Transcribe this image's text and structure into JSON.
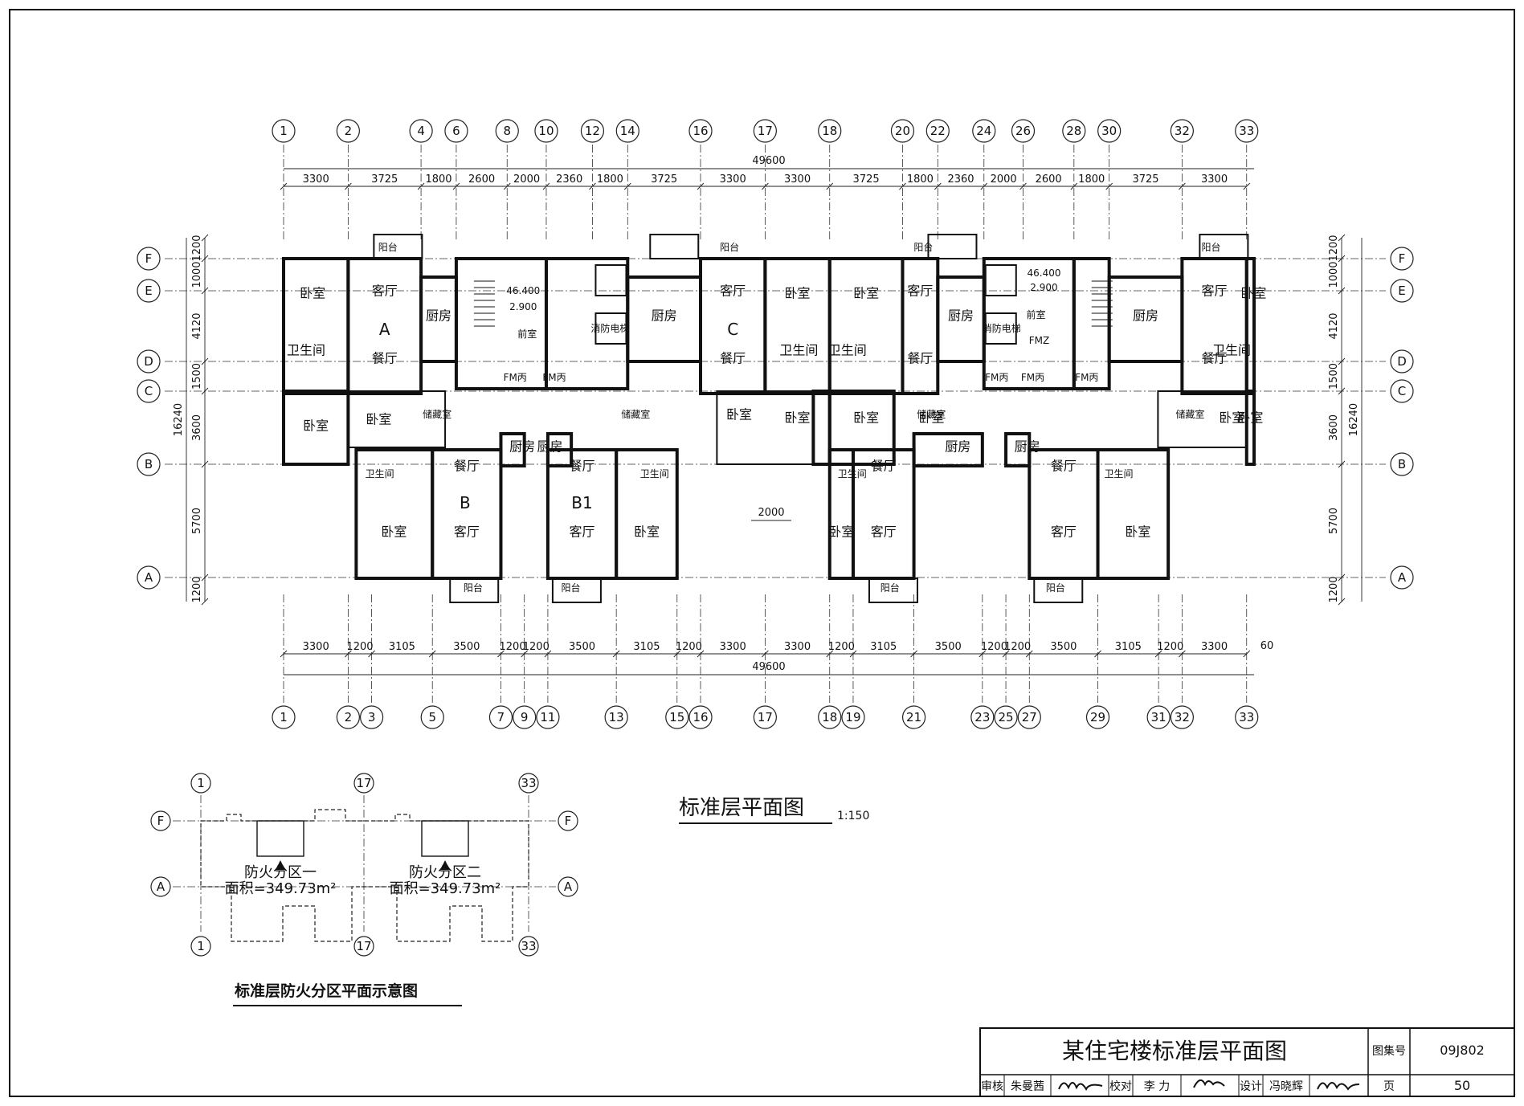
{
  "plan": {
    "title": "标准层平面图",
    "scale": "1:150",
    "axes_top": [
      "1",
      "2",
      "4",
      "6",
      "8",
      "10",
      "12",
      "14",
      "16",
      "17",
      "18",
      "20",
      "22",
      "24",
      "26",
      "28",
      "30",
      "32",
      "33"
    ],
    "axes_bottom": [
      "1",
      "2",
      "3",
      "5",
      "7",
      "9",
      "11",
      "13",
      "15",
      "16",
      "17",
      "18",
      "19",
      "21",
      "23",
      "25",
      "27",
      "29",
      "31",
      "32",
      "33"
    ],
    "rows": [
      "F",
      "E",
      "D",
      "C",
      "B",
      "A"
    ],
    "top_dims": [
      "3300",
      "3725",
      "1800",
      "2600",
      "2000",
      "2360",
      "1800",
      "3725",
      "3300",
      "3300",
      "3725",
      "1800",
      "2360",
      "2000",
      "2600",
      "1800",
      "3725",
      "3300"
    ],
    "top_total": "49600",
    "bottom_dims": [
      "3300",
      "1200",
      "3105",
      "3500",
      "1200",
      "1200",
      "3500",
      "3105",
      "1200",
      "3300",
      "3300",
      "1200",
      "3105",
      "3500",
      "1200",
      "1200",
      "3500",
      "3105",
      "1200",
      "3300"
    ],
    "bottom_total": "49600",
    "bottom_extra": "60",
    "side_dims": [
      "1200",
      "1000",
      "4120",
      "1500",
      "3600",
      "5700",
      "1200"
    ],
    "side_total": "16240",
    "mid_dim": "2000",
    "rooms": {
      "bedroom": "卧室",
      "living": "客厅",
      "dining": "餐厅",
      "kitchen": "厨房",
      "bath": "卫生间",
      "balcony": "阳台",
      "storage": "储藏室",
      "lobby": "前室",
      "fire_elevator": "消防电梯",
      "fm": "FM丙",
      "fmz": "FMZ"
    },
    "units": [
      "A",
      "B",
      "B1",
      "C"
    ],
    "stair_levels": [
      "46.400",
      "2.900"
    ]
  },
  "fire_zone": {
    "title": "标准层防火分区平面示意图",
    "axes_col": [
      "1",
      "17",
      "33"
    ],
    "axes_row": [
      "F",
      "A"
    ],
    "zone1": {
      "name": "防火分区一",
      "area": "面积=349.73m²"
    },
    "zone2": {
      "name": "防火分区二",
      "area": "面积=349.73m²"
    }
  },
  "title_block": {
    "drawing_name": "某住宅楼标准层平面图",
    "atlas_label": "图集号",
    "atlas_no": "09J802",
    "review_label": "审核",
    "reviewer": "朱曼茜",
    "check_label": "校对",
    "checker": "李  力",
    "design_label": "设计",
    "designer": "冯晓辉",
    "page_label": "页",
    "page_no": "50"
  }
}
